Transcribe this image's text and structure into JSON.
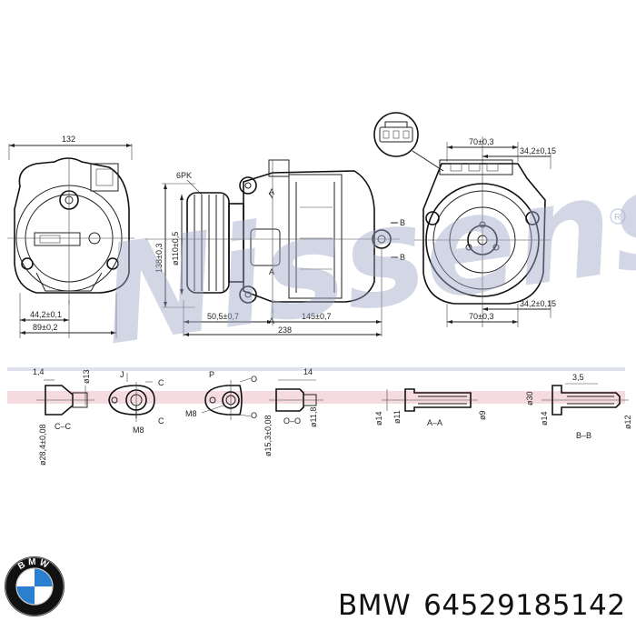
{
  "watermark": {
    "text": "Nissens"
  },
  "caption": {
    "brand": "BMW",
    "part_number": "64529185142"
  },
  "logo": {
    "letters": "BMW"
  },
  "dimensions": {
    "top_width": "132",
    "d1": "44,2±0,1",
    "d2": "89±0,2",
    "belt": "6PK",
    "pulley_dia": "ø110±0,5",
    "height": "138±0,3",
    "d3": "50,5±0,7",
    "d4": "145±0,7",
    "d5": "238",
    "d6": "70±0,3",
    "d7": "34,2±0,15",
    "d8": "34,2±0,15",
    "d9": "70±0,3"
  },
  "section_labels": {
    "A": "A",
    "B": "B",
    "C": "C",
    "J": "J",
    "P": "P",
    "O": "O",
    "CC": "C–C",
    "OO": "O–O",
    "AA": "A–A",
    "BB": "B–B"
  },
  "sections": {
    "cc_w": "1,4",
    "cc_h": "ø13",
    "cc_dia": "ø28,4±0,08",
    "j_thread": "M8",
    "p_thread": "M8",
    "oo_w": "14",
    "oo_a": "ø15,3±0,08",
    "oo_b": "ø11,8",
    "aa_a": "ø14",
    "aa_b": "ø11",
    "aa_c": "ø9",
    "bb_w": "3,5",
    "bb_a": "ø30",
    "bb_b": "ø14",
    "bb_c": "ø12"
  },
  "colors": {
    "watermark": "#9ea6c6",
    "band": "#e9b3bc",
    "line": "#222222"
  }
}
